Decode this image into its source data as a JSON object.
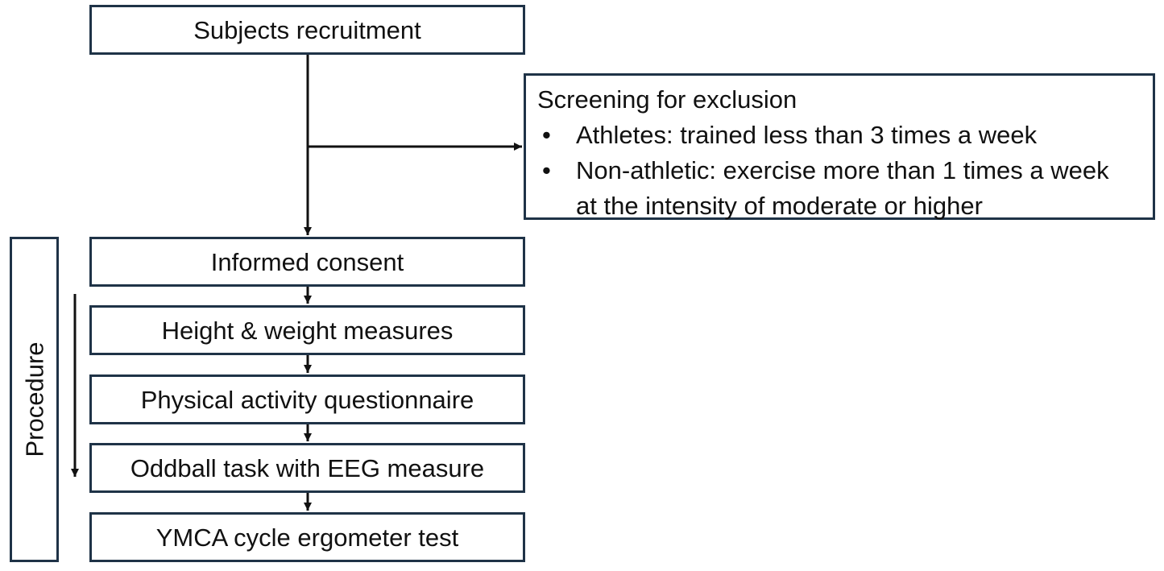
{
  "steps": {
    "recruitment": "Subjects recruitment",
    "consent": "Informed consent",
    "height_weight": "Height & weight measures",
    "questionnaire": "Physical activity questionnaire",
    "oddball": "Oddball task with EEG measure",
    "ymca": "YMCA cycle ergometer test"
  },
  "screening": {
    "title": "Screening for exclusion",
    "items": [
      "Athletes: trained less than 3 times a week",
      "Non-athletic: exercise more than 1 times a week at the intensity of moderate or higher"
    ]
  },
  "procedure_label": "Procedure",
  "colors": {
    "box_border": "#1f3347",
    "arrow": "#111111"
  }
}
